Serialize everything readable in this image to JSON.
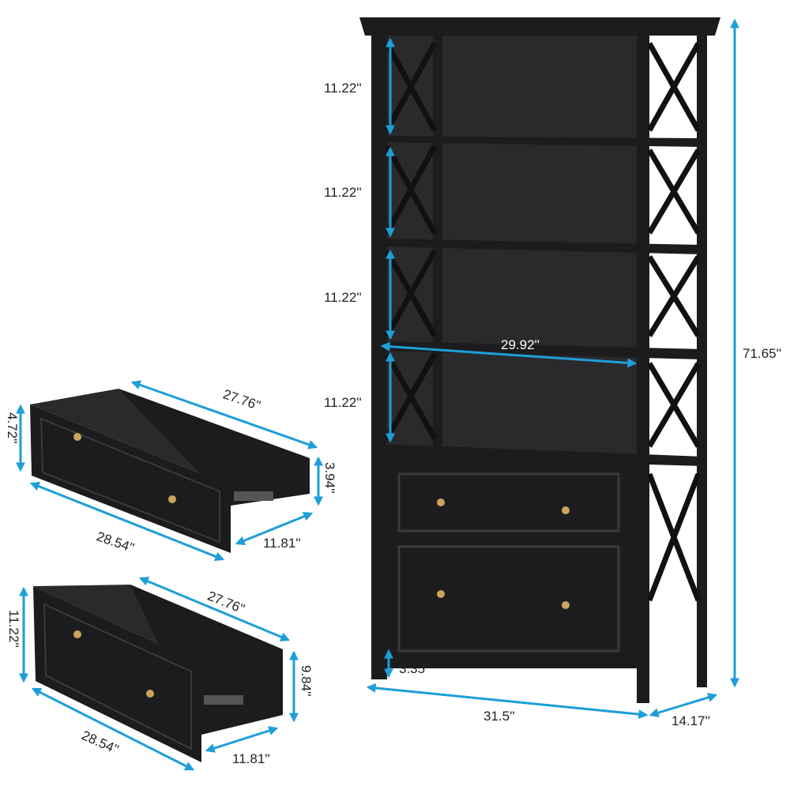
{
  "colors": {
    "dimension": "#1e9fd8",
    "furniture": "#1c1c1e",
    "knob": "#c9a55a"
  },
  "bookcase": {
    "shelf_heights": [
      "11.22''",
      "11.22''",
      "11.22''",
      "11.22''"
    ],
    "shelf_width": "29.92''",
    "total_height": "71.65''",
    "total_width": "31.5''",
    "depth": "14.17''",
    "leg_clearance": "3.35''"
  },
  "drawer_small": {
    "inner_length": "27.76''",
    "front_height": "4.72''",
    "inner_height": "3.94''",
    "front_width": "28.54''",
    "depth": "11.81''"
  },
  "drawer_large": {
    "inner_length": "27.76''",
    "front_height": "11.22''",
    "inner_height": "9.84''",
    "front_width": "28.54''",
    "depth": "11.81''"
  }
}
